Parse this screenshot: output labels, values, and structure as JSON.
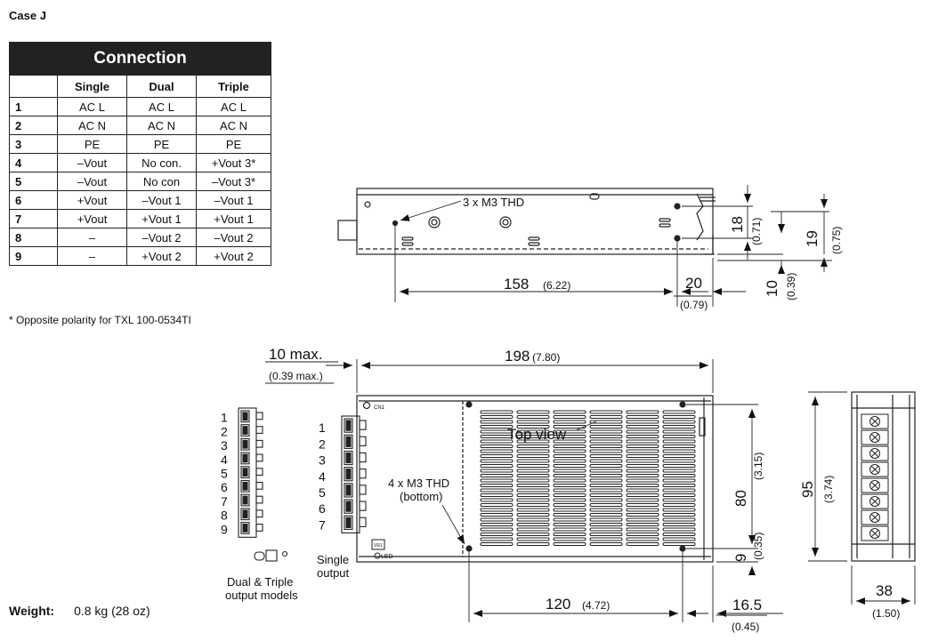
{
  "title": "Case J",
  "table": {
    "header": "Connection",
    "columns": [
      "",
      "Single",
      "Dual",
      "Triple"
    ],
    "rows": [
      [
        "1",
        "AC L",
        "AC L",
        "AC L"
      ],
      [
        "2",
        "AC N",
        "AC N",
        "AC N"
      ],
      [
        "3",
        "PE",
        "PE",
        "PE"
      ],
      [
        "4",
        "–Vout",
        "No con.",
        "+Vout 3*"
      ],
      [
        "5",
        "–Vout",
        "No con",
        "–Vout 3*"
      ],
      [
        "6",
        "+Vout",
        "–Vout 1",
        "–Vout 1"
      ],
      [
        "7",
        "+Vout",
        "+Vout 1",
        "+Vout 1"
      ],
      [
        "8",
        "–",
        "–Vout 2",
        "–Vout 2"
      ],
      [
        "9",
        "–",
        "+Vout 2",
        "+Vout 2"
      ]
    ]
  },
  "footnote": "* Opposite polarity for TXL 100-0534TI",
  "weight": {
    "label": "Weight:",
    "value": "0.8 kg",
    "alt": "(28 oz)"
  },
  "labels": {
    "thd3": "3 x M3 THD",
    "thd4_line1": "4 x M3 THD",
    "thd4_line2": "(bottom)",
    "top_view": "Top view",
    "single_line1": "Single",
    "single_line2": "output",
    "dual_line1": "Dual & Triple",
    "dual_line2": "output models",
    "cn1": "CN1",
    "led": "LED",
    "vr1": "VR1"
  },
  "pin_numbers_dual": [
    "1",
    "2",
    "3",
    "4",
    "5",
    "6",
    "7",
    "8",
    "9"
  ],
  "pin_numbers_single": [
    "1",
    "2",
    "3",
    "4",
    "5",
    "6",
    "7"
  ],
  "dimensions": {
    "d158": "158",
    "d158_in": "(6.22)",
    "d20": "20",
    "d20_in": "(0.79)",
    "d18": "18",
    "d18_in": "(0.71)",
    "d19": "19",
    "d19_in": "(0.75)",
    "d10": "10",
    "d10_in": "(0.39)",
    "d10max": "10 max.",
    "d10max_in": "(0.39 max.)",
    "d198": "198",
    "d198_in": "(7.80)",
    "d80": "80",
    "d80_in": "(3.15)",
    "d9": "9",
    "d9_in": "(0.35)",
    "d120": "120",
    "d120_in": "(4.72)",
    "d16_5": "16.5",
    "d16_5_in": "(0.45)",
    "d95": "95",
    "d95_in": "(3.74)",
    "d38": "38",
    "d38_in": "(1.50)"
  }
}
